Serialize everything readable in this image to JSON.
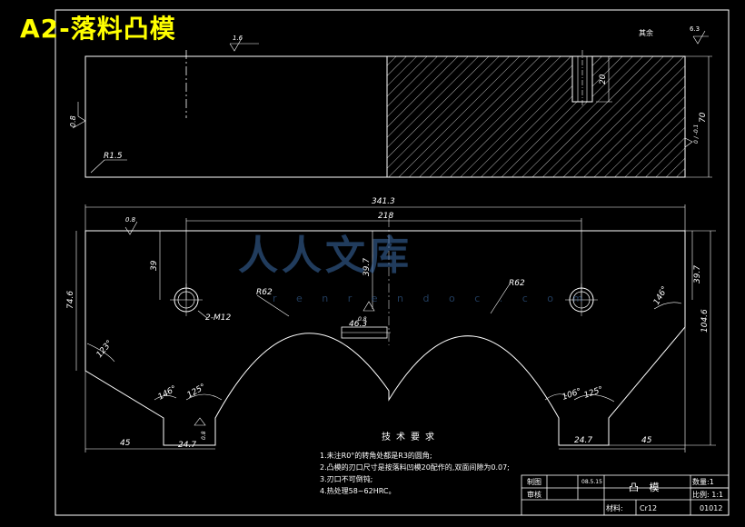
{
  "title": "A2-落料凸模",
  "top_view": {
    "surface_finish_top": "1.6",
    "surface_finish_left": "0.8",
    "dim_depth": "20",
    "dim_thickness": "70",
    "dim_tolerance": "0 / -0.1",
    "fillet": "R1.5"
  },
  "top_right": {
    "label": "其余",
    "value": "6.3"
  },
  "front_view": {
    "surface_finish_left": "0.8",
    "surface_finish_center": "0.8",
    "surface_finish_bottom": "0.8",
    "dim_total_width": "341.3",
    "dim_hole_spacing": "218",
    "dim_left_height": "74.6",
    "dim_right_height": "104.6",
    "dim_hole_left": "39",
    "dim_hole_center": "39.7",
    "dim_hole_right": "39.7",
    "dim_center_width": "46.3",
    "dim_left_bottom": "45",
    "dim_left_foot": "24.7",
    "dim_right_foot": "24.7",
    "dim_right_bottom": "45",
    "radius_left": "R62",
    "radius_right": "R62",
    "thread": "2-M12",
    "angle_left": "123°",
    "angle_left_foot_a": "146°",
    "angle_left_foot_b": "125°",
    "angle_right_foot_a": "106°",
    "angle_right_foot_b": "125°",
    "angle_right": "146°"
  },
  "notes": {
    "heading": "技术要求",
    "lines": [
      "1.未注R0°的转角处都是R3的圆角;",
      "2.凸模的刃口尺寸是按落料凹模20配作的,双面间隙为0.07;",
      "3.刃口不可倒钝;",
      "4.热处理58~62HRC。"
    ]
  },
  "title_block": {
    "row1_label": "制图",
    "row1_date": "08.5.15",
    "row2_label": "审核",
    "part_name": "凸 模",
    "qty": "数量:1",
    "scale": "比例: 1:1",
    "material": "材料:",
    "material_value": "Cr12",
    "drawing_no": "01012"
  },
  "watermark": {
    "text": "人人文库",
    "url": "r e n r e n d o c . c o m"
  },
  "colors": {
    "background": "#000000",
    "line": "#ffffff",
    "title": "#ffff00",
    "watermark": "#3c6eaa"
  }
}
